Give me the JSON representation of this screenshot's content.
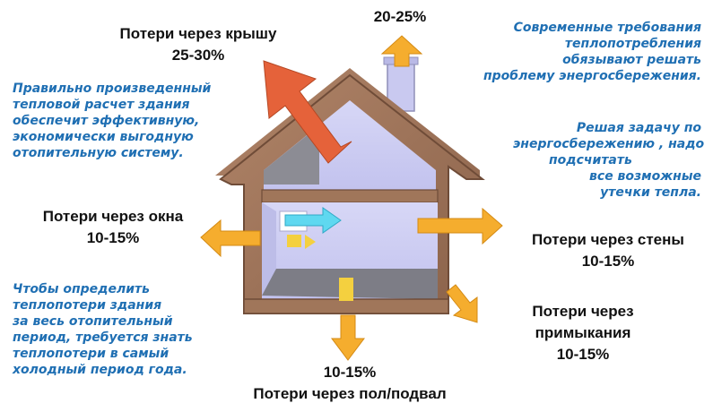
{
  "labels": {
    "roof": {
      "title": "Потери через крышу",
      "value": "25-30%"
    },
    "chimney": {
      "value": "20-25%"
    },
    "windows": {
      "title": "Потери через окна",
      "value": "10-15%"
    },
    "walls": {
      "title": "Потери через стены",
      "value": "10-15%"
    },
    "junctions": {
      "title_line1": "Потери через",
      "title_line2": "примыкания",
      "value": "10-15%"
    },
    "floor": {
      "value": "10-15%",
      "title": "Потери через пол/подвал"
    }
  },
  "notes": {
    "top_right": [
      "Современные требования",
      "теплопотребления",
      "обязывают решать",
      "проблему  энергосбережения."
    ],
    "mid_right": [
      "Решая задачу по",
      "энергосбережению , надо",
      "подсчитать",
      "все возможные",
      "утечки тепла."
    ],
    "top_left": [
      "Правильно произведенный",
      "тепловой расчет здания",
      "обеспечит эффективную,",
      "экономически выгодную",
      "отопительную систему."
    ],
    "bottom_left": [
      "Чтобы определить",
      "теплопотери  здания",
      "за весь отопительный",
      "период, требуется знать",
      "теплопотери в самый",
      "холодный период года."
    ]
  },
  "colors": {
    "wall": "#a0765a",
    "wall_dark": "#7a5640",
    "interior": "#ccccf2",
    "floor_gray": "#7d7d86",
    "arrow_orange": "#f5ad2e",
    "arrow_red": "#e5623a",
    "arrow_cyan": "#5fd8f0",
    "window_yellow": "#f4d03f",
    "note_blue": "#1f6fb3"
  }
}
